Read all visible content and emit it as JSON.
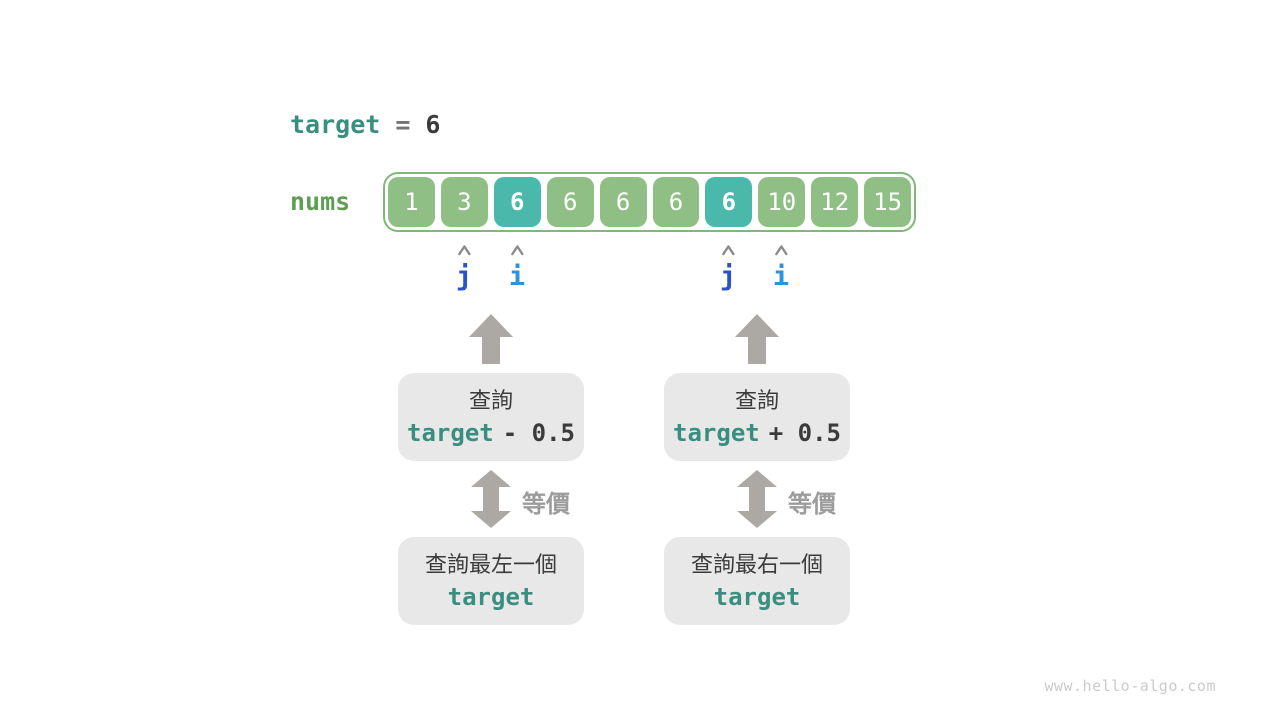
{
  "header": {
    "var_name": "target",
    "equals": "=",
    "value": "6"
  },
  "array": {
    "label": "nums",
    "cells": [
      {
        "value": "1",
        "highlight": false
      },
      {
        "value": "3",
        "highlight": false
      },
      {
        "value": "6",
        "highlight": true
      },
      {
        "value": "6",
        "highlight": false
      },
      {
        "value": "6",
        "highlight": false
      },
      {
        "value": "6",
        "highlight": false
      },
      {
        "value": "6",
        "highlight": true
      },
      {
        "value": "10",
        "highlight": false
      },
      {
        "value": "12",
        "highlight": false
      },
      {
        "value": "15",
        "highlight": false
      }
    ]
  },
  "pointers": [
    {
      "label": "j"
    },
    {
      "label": "i"
    },
    {
      "label": "j"
    },
    {
      "label": "i"
    }
  ],
  "flows": [
    {
      "query_title": "查詢",
      "expr_var": "target",
      "expr_op": "- 0.5",
      "equiv_label": "等價",
      "result_title": "查詢最左一個",
      "result_var": "target"
    },
    {
      "query_title": "查詢",
      "expr_var": "target",
      "expr_op": "+ 0.5",
      "equiv_label": "等價",
      "result_title": "查詢最右一個",
      "result_var": "target"
    }
  ],
  "watermark": "www.hello-algo.com",
  "colors": {
    "teal_text": "#3a8e80",
    "dark_text": "#3b3b3b",
    "green_label": "#5f9e52",
    "cell_green": "#8fbf85",
    "cell_teal_highlight": "#4bb8ac",
    "array_border": "#7fb878",
    "pointer_j_blue": "#2953c9",
    "pointer_i_blue": "#2e93d9",
    "arrow_gray": "#aca8a3",
    "equiv_text_gray": "#9c9c9c",
    "box_bg": "#e8e8e8",
    "watermark_gray": "#cbcbcb"
  }
}
